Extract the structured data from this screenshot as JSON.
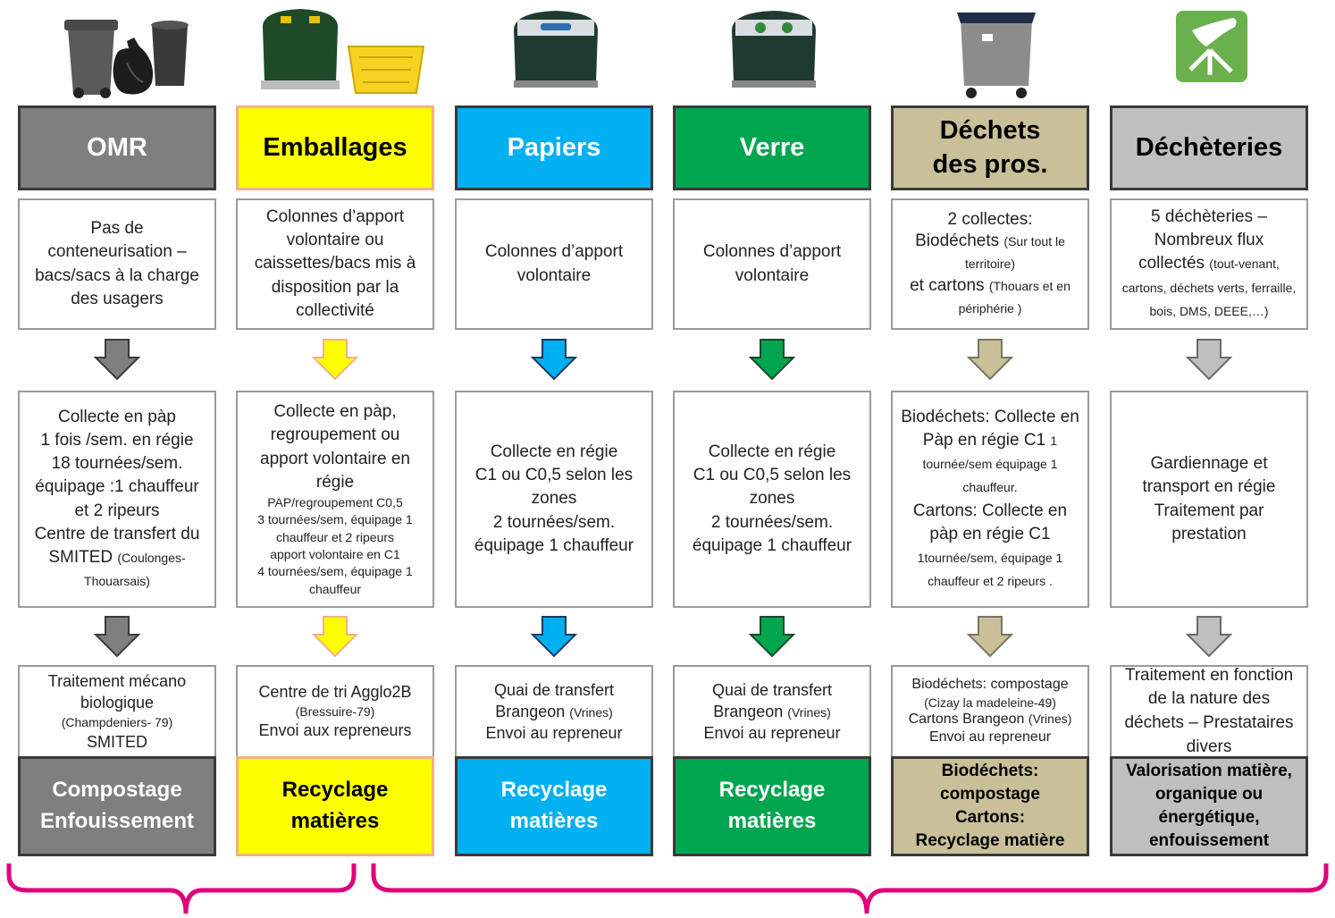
{
  "columns": [
    {
      "id": "omr",
      "icon": "trash-bin-bag-icon",
      "color": "#7f7f7f",
      "title": "OMR",
      "title_color": "#ffffff",
      "description": [
        "Pas de conteneurisation – bacs/sacs à la charge des usagers"
      ],
      "collection": [
        "Collecte  en pàp",
        "1 fois /sem. en  régie",
        "18 tournées/sem.",
        "équipage :1 chauffeur et 2 ripeurs",
        "Centre de transfert du SMITED"
      ],
      "collection_note": "(Coulonges-Thouarsais)",
      "destination": [
        "Traitement mécano biologique"
      ],
      "destination_note": "(Champdeniers- 79)",
      "destination_extra": "SMITED",
      "result": [
        "Compostage",
        "Enfouissement"
      ],
      "result_color": "#ffffff"
    },
    {
      "id": "emballages",
      "icon": "container-crate-icon",
      "color": "#ffff00",
      "title": "Emballages",
      "title_color": "#000000",
      "description": [
        "Colonnes d’apport volontaire ou caissettes/bacs mis à disposition par la collectivité"
      ],
      "collection": [
        "Collecte en pàp, regroupement ou apport volontaire en régie"
      ],
      "collection_small": [
        "PAP/regroupement C0,5",
        "3 tournées/sem, équipage 1 chauffeur et 2 ripeurs",
        "apport volontaire en C1",
        "4 tournées/sem, équipage 1 chauffeur"
      ],
      "destination": [
        "Centre de tri Agglo2B"
      ],
      "destination_note": "(Bressuire-79)",
      "destination_extra": "Envoi aux repreneurs",
      "result": [
        "Recyclage",
        "matières"
      ],
      "result_color": "#000000"
    },
    {
      "id": "papiers",
      "icon": "paper-column-icon",
      "color": "#00b0f0",
      "title": "Papiers",
      "title_color": "#ffffff",
      "description": [
        "Colonnes d’apport volontaire"
      ],
      "collection": [
        "Collecte en régie",
        "C1 ou C0,5 selon les zones",
        "2 tournées/sem.",
        "équipage 1 chauffeur"
      ],
      "destination": [
        "Quai de transfert"
      ],
      "destination_name": "Brangeon",
      "destination_note": "(Vrines)",
      "destination_extra": "Envoi au repreneur",
      "result": [
        "Recyclage",
        "matières"
      ],
      "result_color": "#ffffff"
    },
    {
      "id": "verre",
      "icon": "glass-column-icon",
      "color": "#00a550",
      "title": "Verre",
      "title_color": "#ffffff",
      "description": [
        "Colonnes d’apport volontaire"
      ],
      "collection": [
        "Collecte en régie",
        "C1 ou C0,5 selon les zones",
        "2 tournées/sem.",
        "équipage 1 chauffeur"
      ],
      "destination": [
        "Quai de transfert"
      ],
      "destination_name": "Brangeon",
      "destination_note": "(Vrines)",
      "destination_extra": "Envoi au repreneur",
      "result": [
        "Recyclage",
        "matières"
      ],
      "result_color": "#ffffff"
    },
    {
      "id": "pros",
      "icon": "wheelie-container-icon",
      "color": "#c9c09a",
      "title": "Déchets des pros.",
      "title_color": "#000000",
      "description_lines": [
        {
          "t": "2 collectes:",
          "s": ""
        },
        {
          "t": "Biodéchets",
          "s": "(Sur tout le territoire)"
        },
        {
          "t": "et cartons",
          "s": "(Thouars et en périphérie  )"
        }
      ],
      "collection_lines": [
        {
          "t": "Biodéchets: Collecte en Pàp en régie C1",
          "s": "1 tournée/sem équipage 1 chauffeur."
        },
        {
          "t": "Cartons: Collecte en pàp en régie C1",
          "s": "1tournée/sem, équipage 1 chauffeur et 2 ripeurs ."
        }
      ],
      "destination_lines": [
        {
          "t": "Biodéchets: compostage",
          "s": ""
        },
        {
          "t": "",
          "s": "(Cizay la madeleine-49)"
        },
        {
          "t": "Cartons Brangeon",
          "s": "(Vrines)"
        },
        {
          "t": "Envoi au repreneur",
          "s": ""
        }
      ],
      "result": [
        "Biodéchets:",
        "compostage",
        "Cartons:",
        "Recyclage matière"
      ],
      "result_color": "#000000"
    },
    {
      "id": "decheteries",
      "icon": "decheterie-logo-icon",
      "color": "#bfbfbf",
      "title": "Déchèteries",
      "title_color": "#000000",
      "description_lines": [
        {
          "t": "5 déchèteries – Nombreux flux collectés",
          "s": "(tout-venant, cartons, déchets verts, ferraille, bois, DMS, DEEE,…)"
        }
      ],
      "collection": [
        "Gardiennage et transport en régie",
        "Traitement par prestation"
      ],
      "destination": [
        "Traitement en fonction de la nature des déchets – Prestataires divers"
      ],
      "result": [
        "Valorisation matière, organique ou énergétique, enfouissement"
      ],
      "result_color": "#000000"
    }
  ],
  "bracket_color": "#e0007a"
}
